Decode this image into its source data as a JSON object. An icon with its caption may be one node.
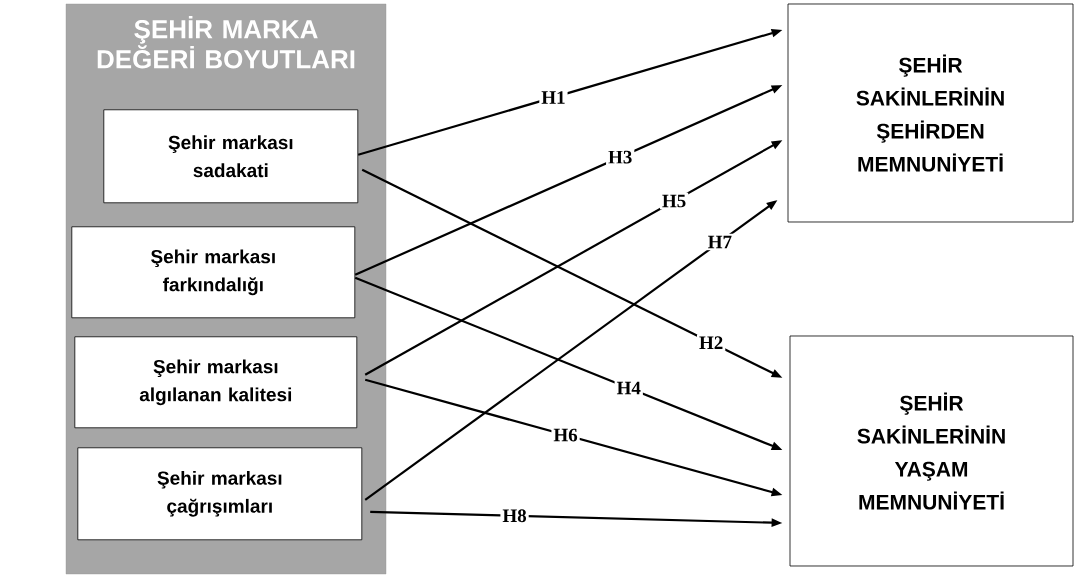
{
  "diagram": {
    "nodes": [
      {
        "text": [
          "ŞEHİR MARKA DEĞERİ BOYUTLARI"
        ]
      },
      {
        "text": [
          "Şehir markası sadakati"
        ],
        "in": 0
      },
      {
        "text": [
          "Şehir markası farkındalığı"
        ],
        "in": 0
      },
      {
        "text": [
          "Şehir markası algılanan kalitesi"
        ],
        "in": 0
      },
      {
        "text": [
          "Şehir markası çağrışımları"
        ],
        "in": 0
      },
      {
        "text": [
          "ŞEHİR SAKİNLERİNİN ŞEHİRDEN MEMNUNİYETİ"
        ]
      },
      {
        "text": [
          "ŞEHİR SAKİNLERİNİN YAŞAM MEMNUNİYETİ"
        ]
      }
    ],
    "edges": [
      {
        "from": 1,
        "to": 5,
        "arrow": "to",
        "label": "H1"
      },
      {
        "from": 1,
        "to": 6,
        "arrow": "to",
        "label": "H2"
      },
      {
        "from": 2,
        "to": 5,
        "arrow": "to",
        "label": "H3"
      },
      {
        "from": 2,
        "to": 6,
        "arrow": "to",
        "label": "H4"
      },
      {
        "from": 3,
        "to": 5,
        "arrow": "to",
        "label": "H5"
      },
      {
        "from": 3,
        "to": 6,
        "arrow": "to",
        "label": "H6"
      },
      {
        "from": 4,
        "to": 5,
        "arrow": "to",
        "label": "H7"
      },
      {
        "from": 4,
        "to": 6,
        "arrow": "to",
        "label": "H8"
      }
    ]
  }
}
